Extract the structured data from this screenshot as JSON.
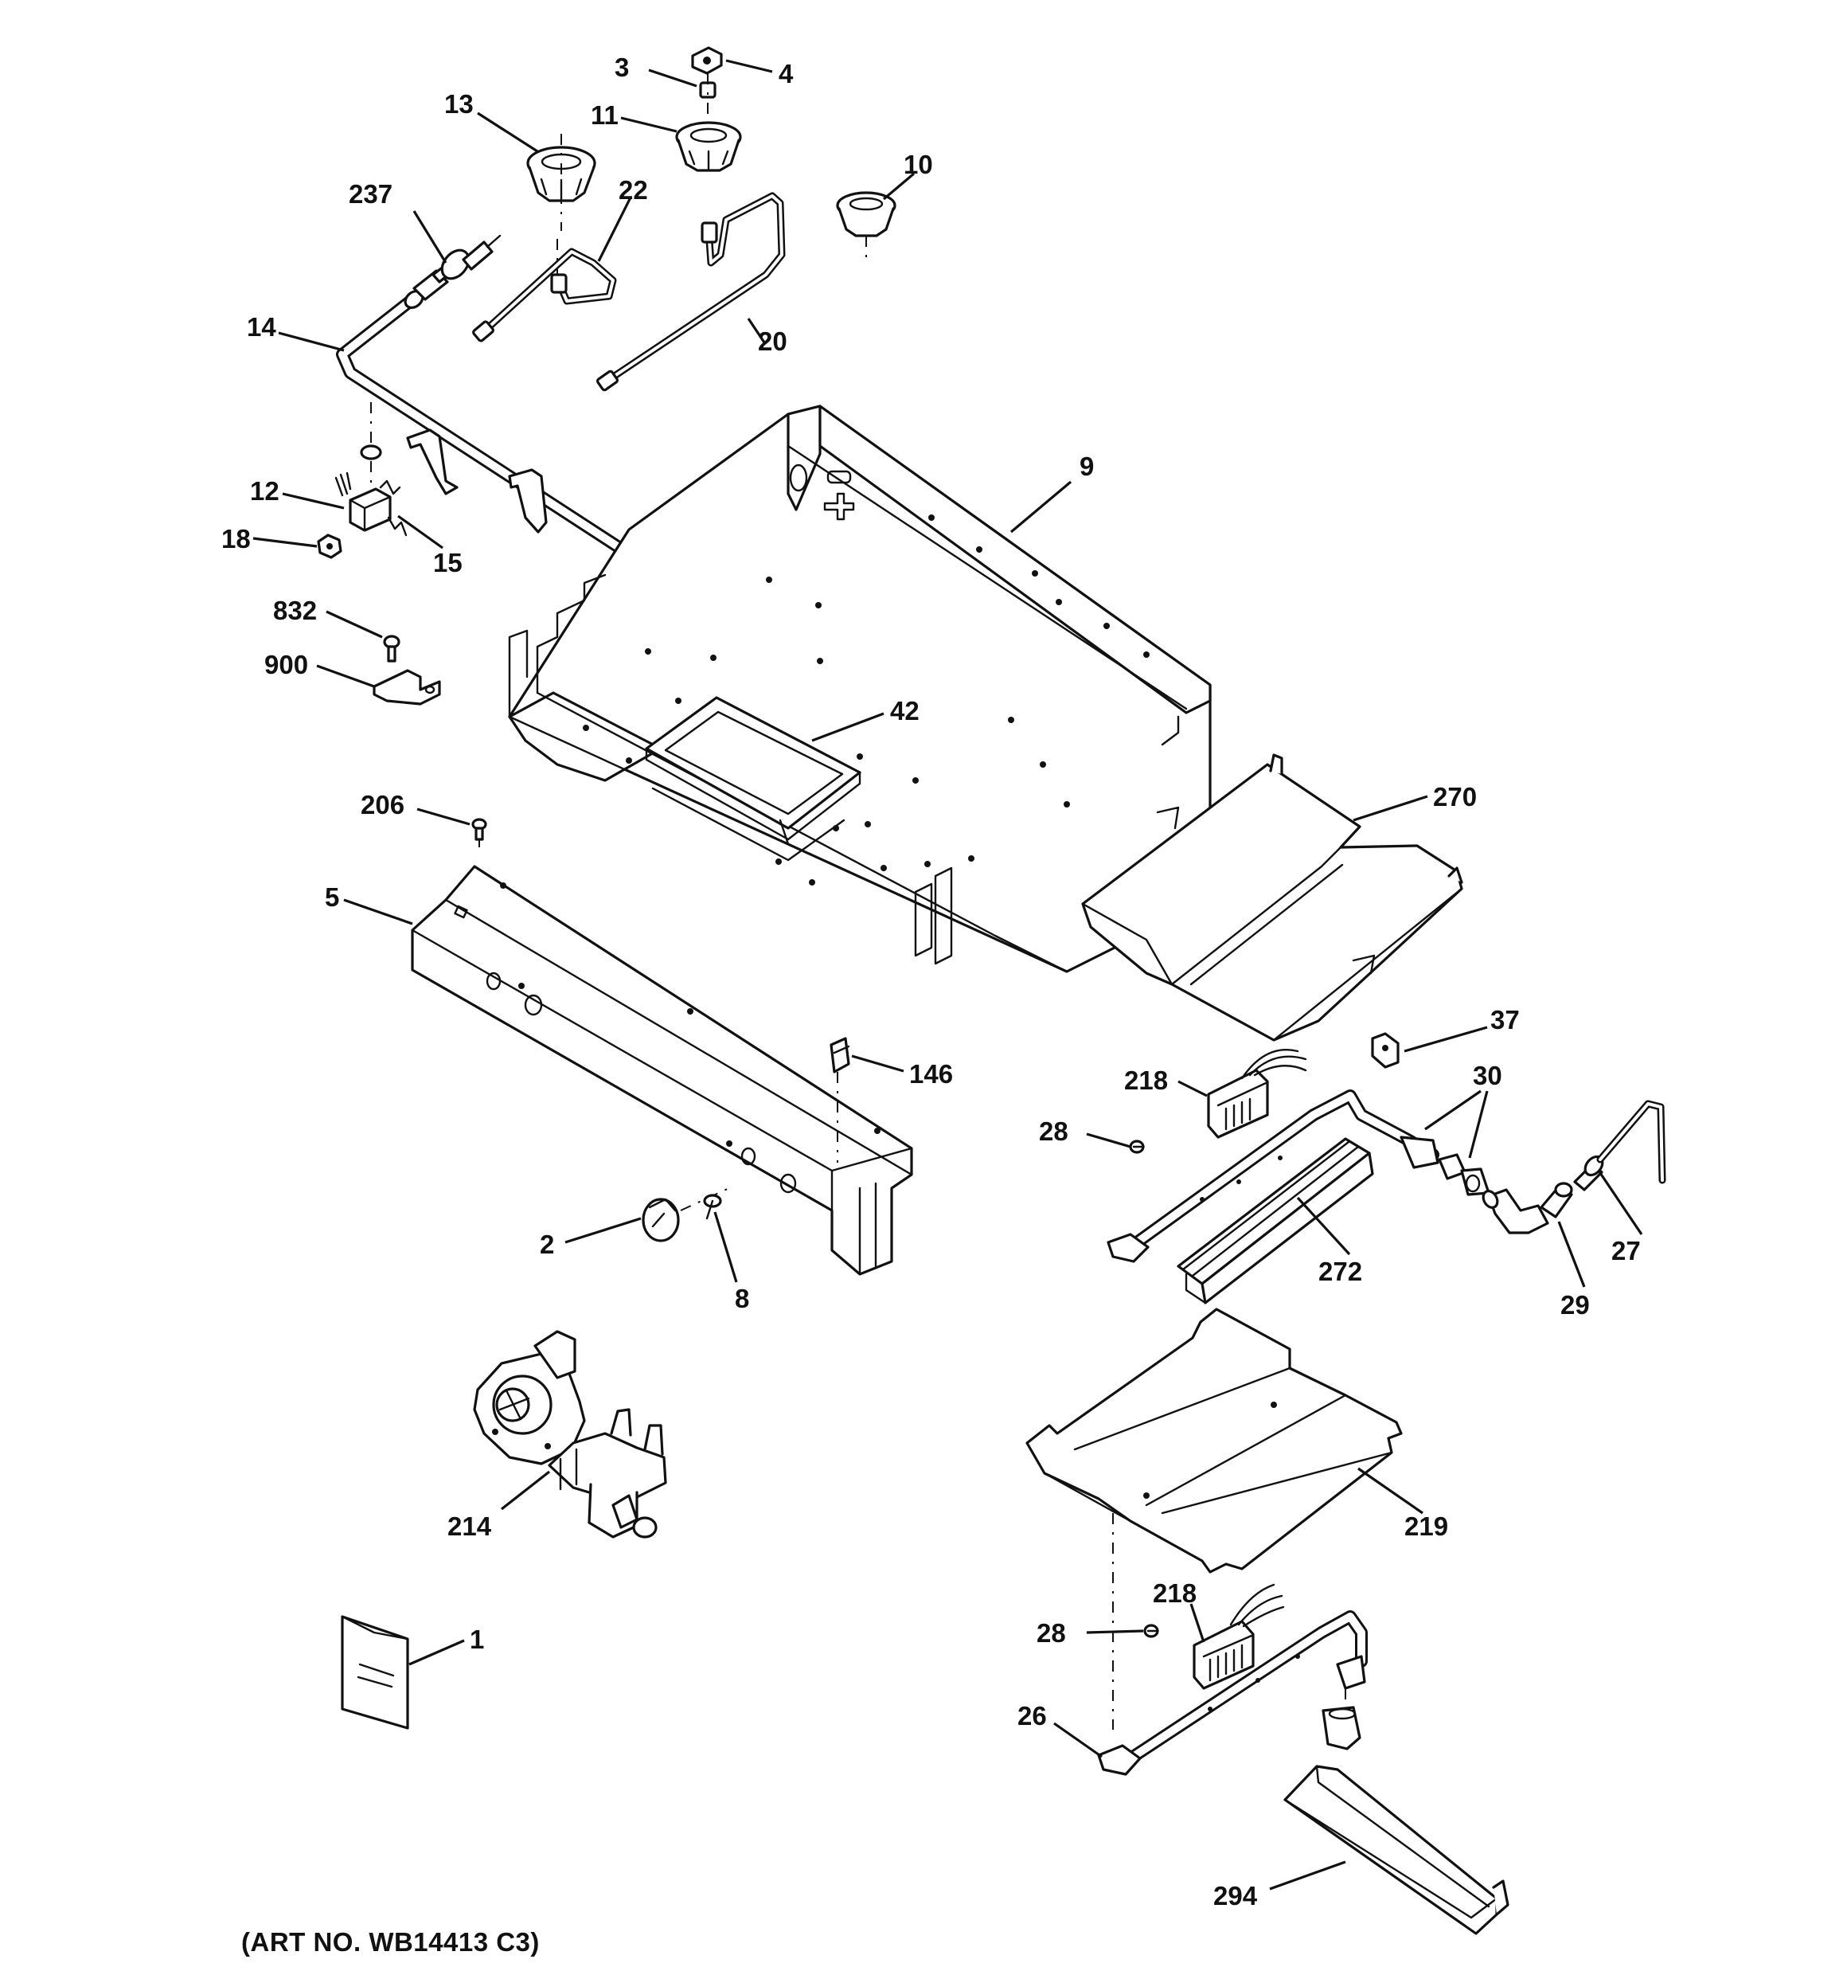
{
  "art_number": "(ART NO. WB14413 C3)",
  "callouts": {
    "c1": "1",
    "c2": "2",
    "c3": "3",
    "c4": "4",
    "c5": "5",
    "c8": "8",
    "c9": "9",
    "c10": "10",
    "c11": "11",
    "c12": "12",
    "c13": "13",
    "c14": "14",
    "c15": "15",
    "c18": "18",
    "c20": "20",
    "c22": "22",
    "c26": "26",
    "c27": "27",
    "c28a": "28",
    "c28b": "28",
    "c29": "29",
    "c30": "30",
    "c37": "37",
    "c42": "42",
    "c146": "146",
    "c206": "206",
    "c214": "214",
    "c218a": "218",
    "c218b": "218",
    "c219": "219",
    "c237": "237",
    "c270": "270",
    "c272": "272",
    "c294": "294",
    "c832": "832",
    "c900": "900"
  },
  "colors": {
    "ink": "#111111",
    "paper": "#ffffff"
  }
}
